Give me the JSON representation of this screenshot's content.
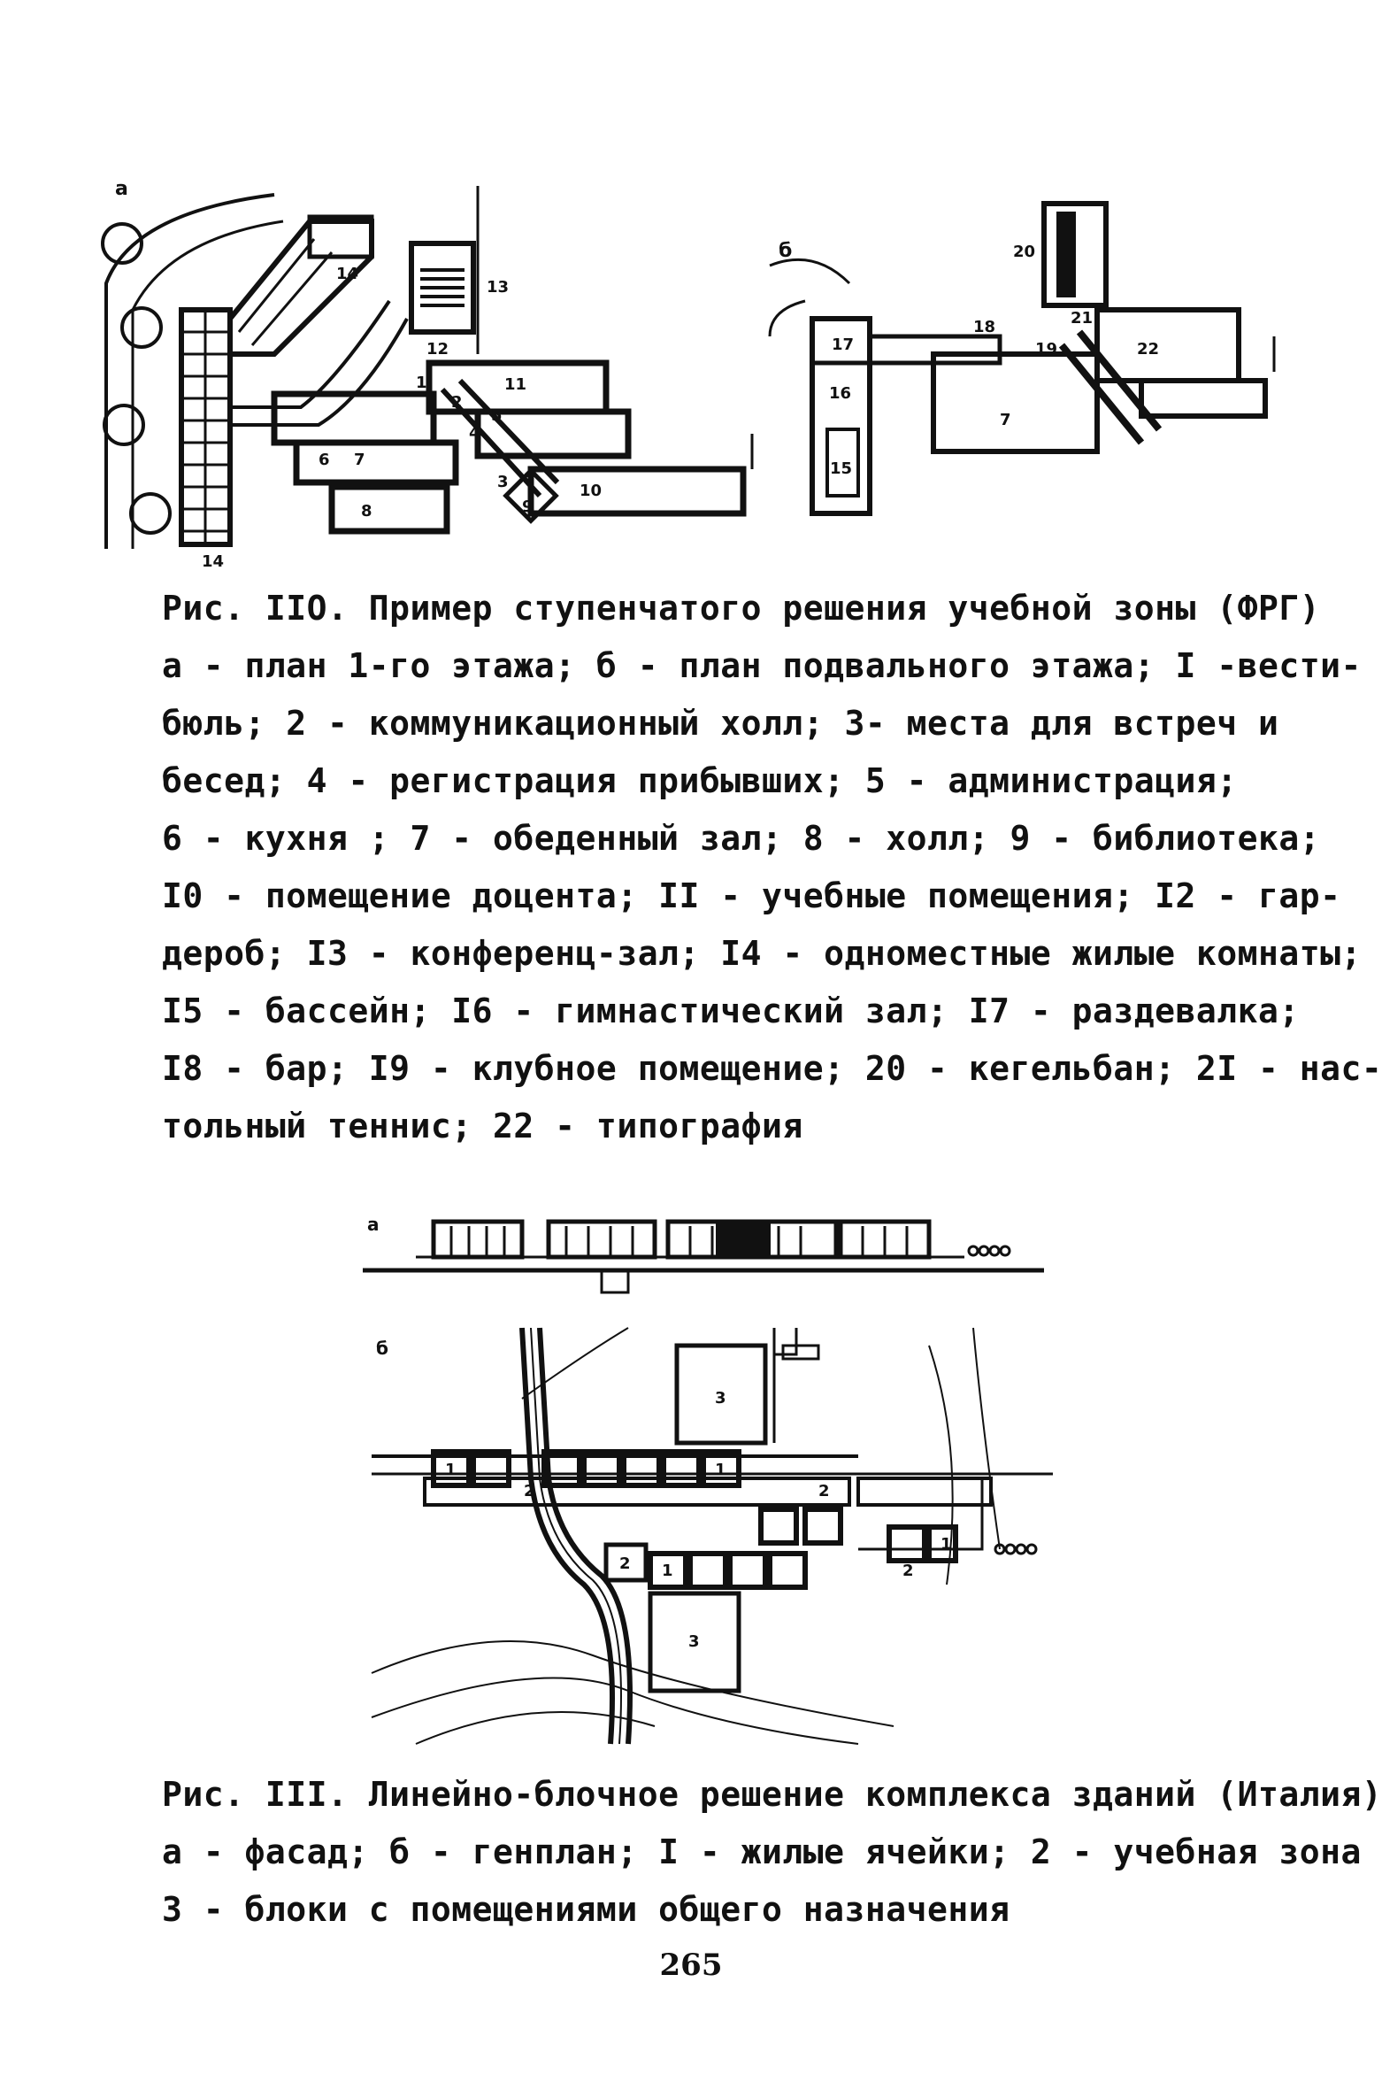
{
  "figure110": {
    "left_label": "а",
    "right_label": "б",
    "rooms_left": [
      "1",
      "2",
      "3",
      "4",
      "5",
      "6",
      "7",
      "8",
      "9",
      "10",
      "11",
      "12",
      "13",
      "14",
      "14"
    ],
    "rooms_right": [
      "15",
      "16",
      "17",
      "18",
      "19",
      "20",
      "21",
      "22",
      "7"
    ],
    "caption_lines": [
      "Рис. IIO. Пример ступенчатого решения учебной зоны (ФРГ)",
      "а - план 1-го этажа; б - план подвального этажа; I -вести-",
      "бюль; 2 - коммуникационный холл; 3- места для встреч и",
      "бесед; 4 - регистрация прибывших; 5 - администрация;",
      "6 - кухня ; 7 - обеденный зал; 8 - холл; 9 - библиотека;",
      "I0 - помещение доцента; II - учебные помещения; I2 - гар-",
      "дероб; I3 - конференц-зал; I4 - одноместные жилые комнаты;",
      "I5 - бассейн; I6 - гимнастический зал; I7 - раздевалка;",
      "I8 - бар; I9 - клубное помещение; 20 - кегельбан; 2I - нас-",
      "тольный теннис; 22 - типография"
    ]
  },
  "figure111": {
    "facade_label": "а",
    "plan_label": "б",
    "block_labels": [
      "1",
      "1",
      "1",
      "1",
      "2",
      "2",
      "2",
      "2",
      "3",
      "3"
    ],
    "caption_lines": [
      "Рис. III. Линейно-блочное решение комплекса зданий (Италия)",
      "а - фасад; б - генплан; I - жилые ячейки; 2 - учебная зона",
      "3 - блоки с помещениями общего назначения"
    ]
  },
  "page_number": "265"
}
